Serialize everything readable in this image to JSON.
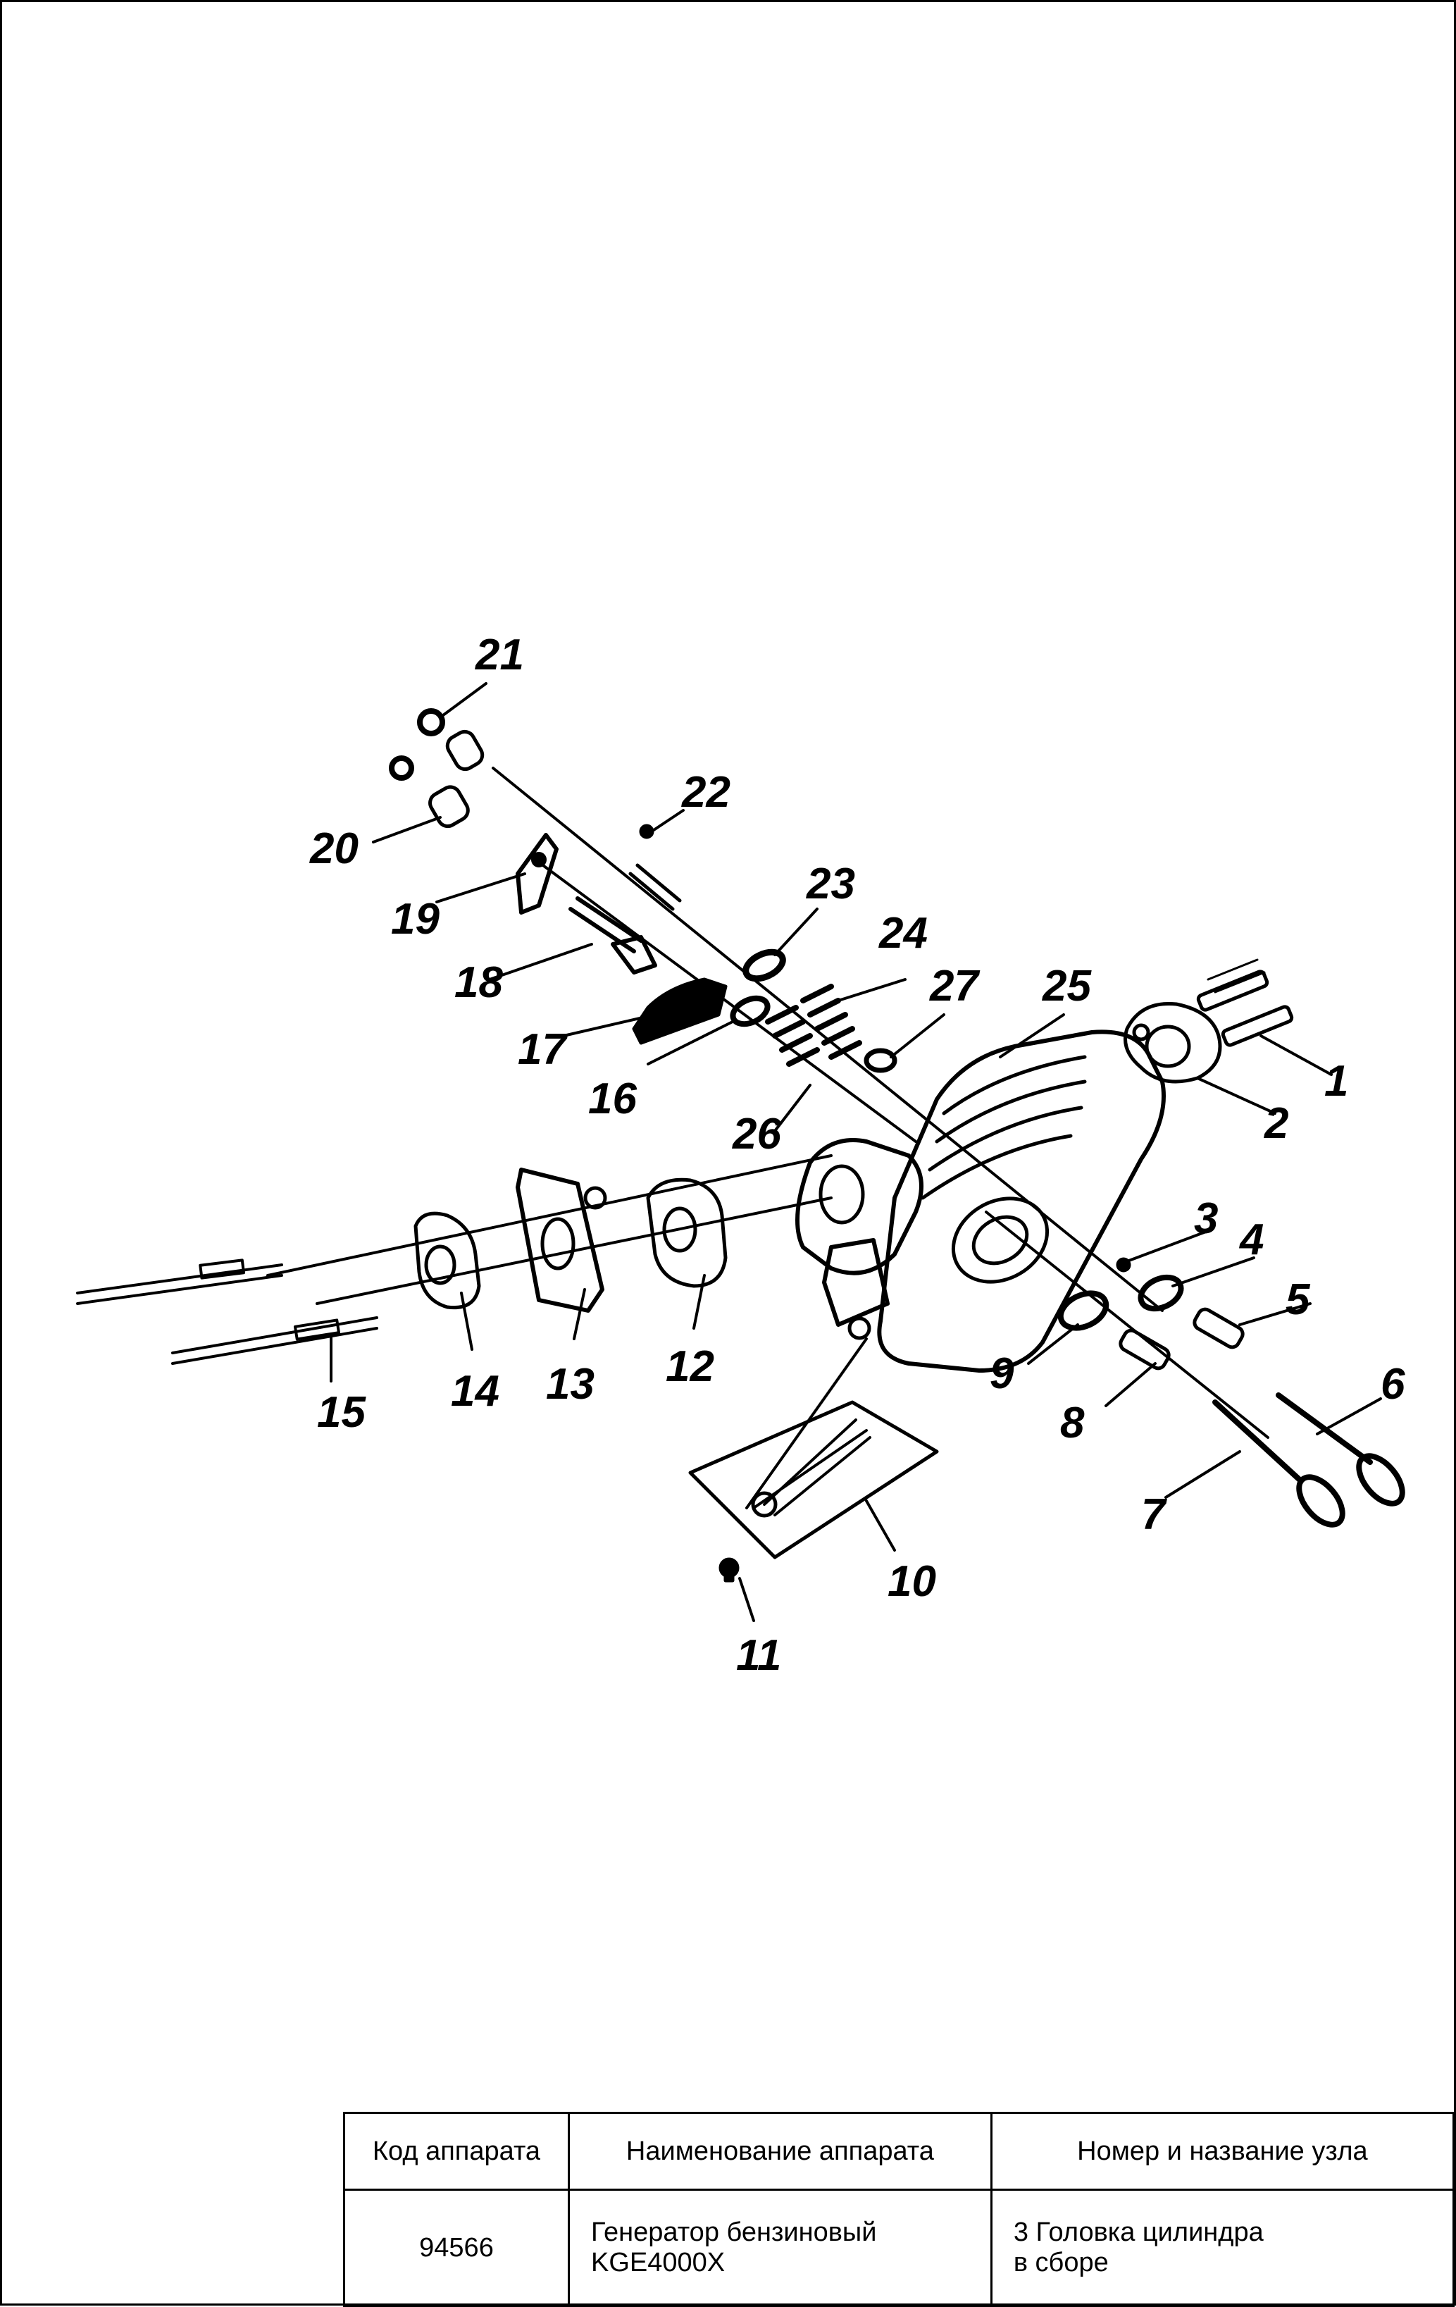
{
  "diagram": {
    "callouts": [
      {
        "id": "1",
        "text": "1"
      },
      {
        "id": "2",
        "text": "2"
      },
      {
        "id": "3",
        "text": "3"
      },
      {
        "id": "4",
        "text": "4"
      },
      {
        "id": "5",
        "text": "5"
      },
      {
        "id": "6",
        "text": "6"
      },
      {
        "id": "7",
        "text": "7"
      },
      {
        "id": "8",
        "text": "8"
      },
      {
        "id": "9",
        "text": "9"
      },
      {
        "id": "10",
        "text": "10"
      },
      {
        "id": "11",
        "text": "11"
      },
      {
        "id": "12",
        "text": "12"
      },
      {
        "id": "13",
        "text": "13"
      },
      {
        "id": "14",
        "text": "14"
      },
      {
        "id": "15",
        "text": "15"
      },
      {
        "id": "16",
        "text": "16"
      },
      {
        "id": "17",
        "text": "17"
      },
      {
        "id": "18",
        "text": "18"
      },
      {
        "id": "19",
        "text": "19"
      },
      {
        "id": "20",
        "text": "20"
      },
      {
        "id": "21",
        "text": "21"
      },
      {
        "id": "22",
        "text": "22"
      },
      {
        "id": "23",
        "text": "23"
      },
      {
        "id": "24",
        "text": "24"
      },
      {
        "id": "25",
        "text": "25"
      },
      {
        "id": "26",
        "text": "26"
      },
      {
        "id": "27",
        "text": "27"
      }
    ]
  },
  "title_block": {
    "headers": [
      "Код аппарата",
      "Наименование аппарата",
      "Номер и название узла"
    ],
    "device_code": "94566",
    "device_name_line1": "Генератор бензиновый",
    "device_name_line2": "KGE4000X",
    "assembly_line1": "3 Головка цилиндра",
    "assembly_line2": "в сборе"
  }
}
